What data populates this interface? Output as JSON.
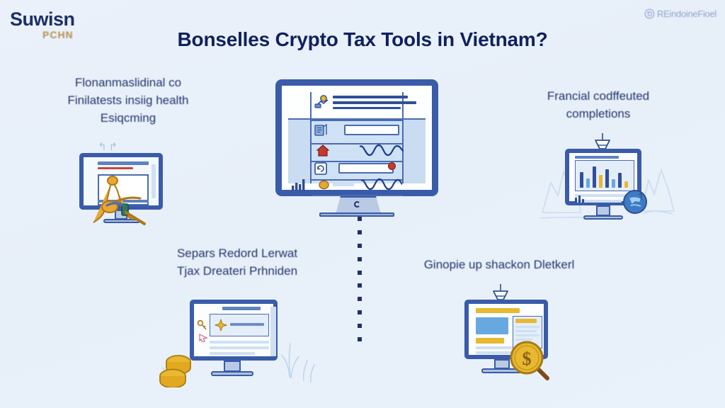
{
  "background_color": "#e9f0fa",
  "brand": {
    "logo_main": "Suwisn",
    "logo_sub": "PCHN",
    "logo_main_color": "#1d2f66",
    "logo_sub_color": "#b08840"
  },
  "watermark": {
    "icon": "circle-arrow-icon",
    "text": "REindoineFioel",
    "color": "#4a66a8"
  },
  "title": {
    "text": "Bonselles Crypto Tax Tools in Vietnam?",
    "color": "#11205c"
  },
  "captions": {
    "top_left": {
      "lines": [
        "Flonanmaslidinal co",
        "Finilatests insiig health",
        "Esiqcming"
      ]
    },
    "top_right": {
      "lines": [
        "Francial codffeuted",
        "completions"
      ]
    },
    "bottom_left": {
      "lines": [
        "Separs Redord Lerwat",
        "Tjax Dreateri Prhniden"
      ]
    },
    "bottom_right": {
      "lines": [
        "Ginopie up shackon Dletkerl"
      ]
    }
  },
  "illustrations": {
    "hero": {
      "name": "central-dashboard-monitor",
      "frame_color": "#3a5ba9",
      "screen_color": "#cfe1f5",
      "accents": [
        "bar-chart-icon",
        "shield-icon",
        "badge-icon",
        "wave-chart",
        "input-field"
      ]
    },
    "left": {
      "name": "monitor-with-figure",
      "accent_color": "#e8a733",
      "arrows": "↰ ↱"
    },
    "right": {
      "name": "monitor-with-bar-chart-and-globe",
      "globe_color": "#3f7bc4"
    },
    "bottom_left": {
      "name": "monitor-with-gold-coins",
      "coin_color": "#e8b830"
    },
    "bottom_right": {
      "name": "monitor-with-dollar-magnifier",
      "coin_color": "#e8b830"
    }
  },
  "connector": {
    "name": "dashed-vertical-connector",
    "color": "#21306b",
    "dot_count": 10
  }
}
